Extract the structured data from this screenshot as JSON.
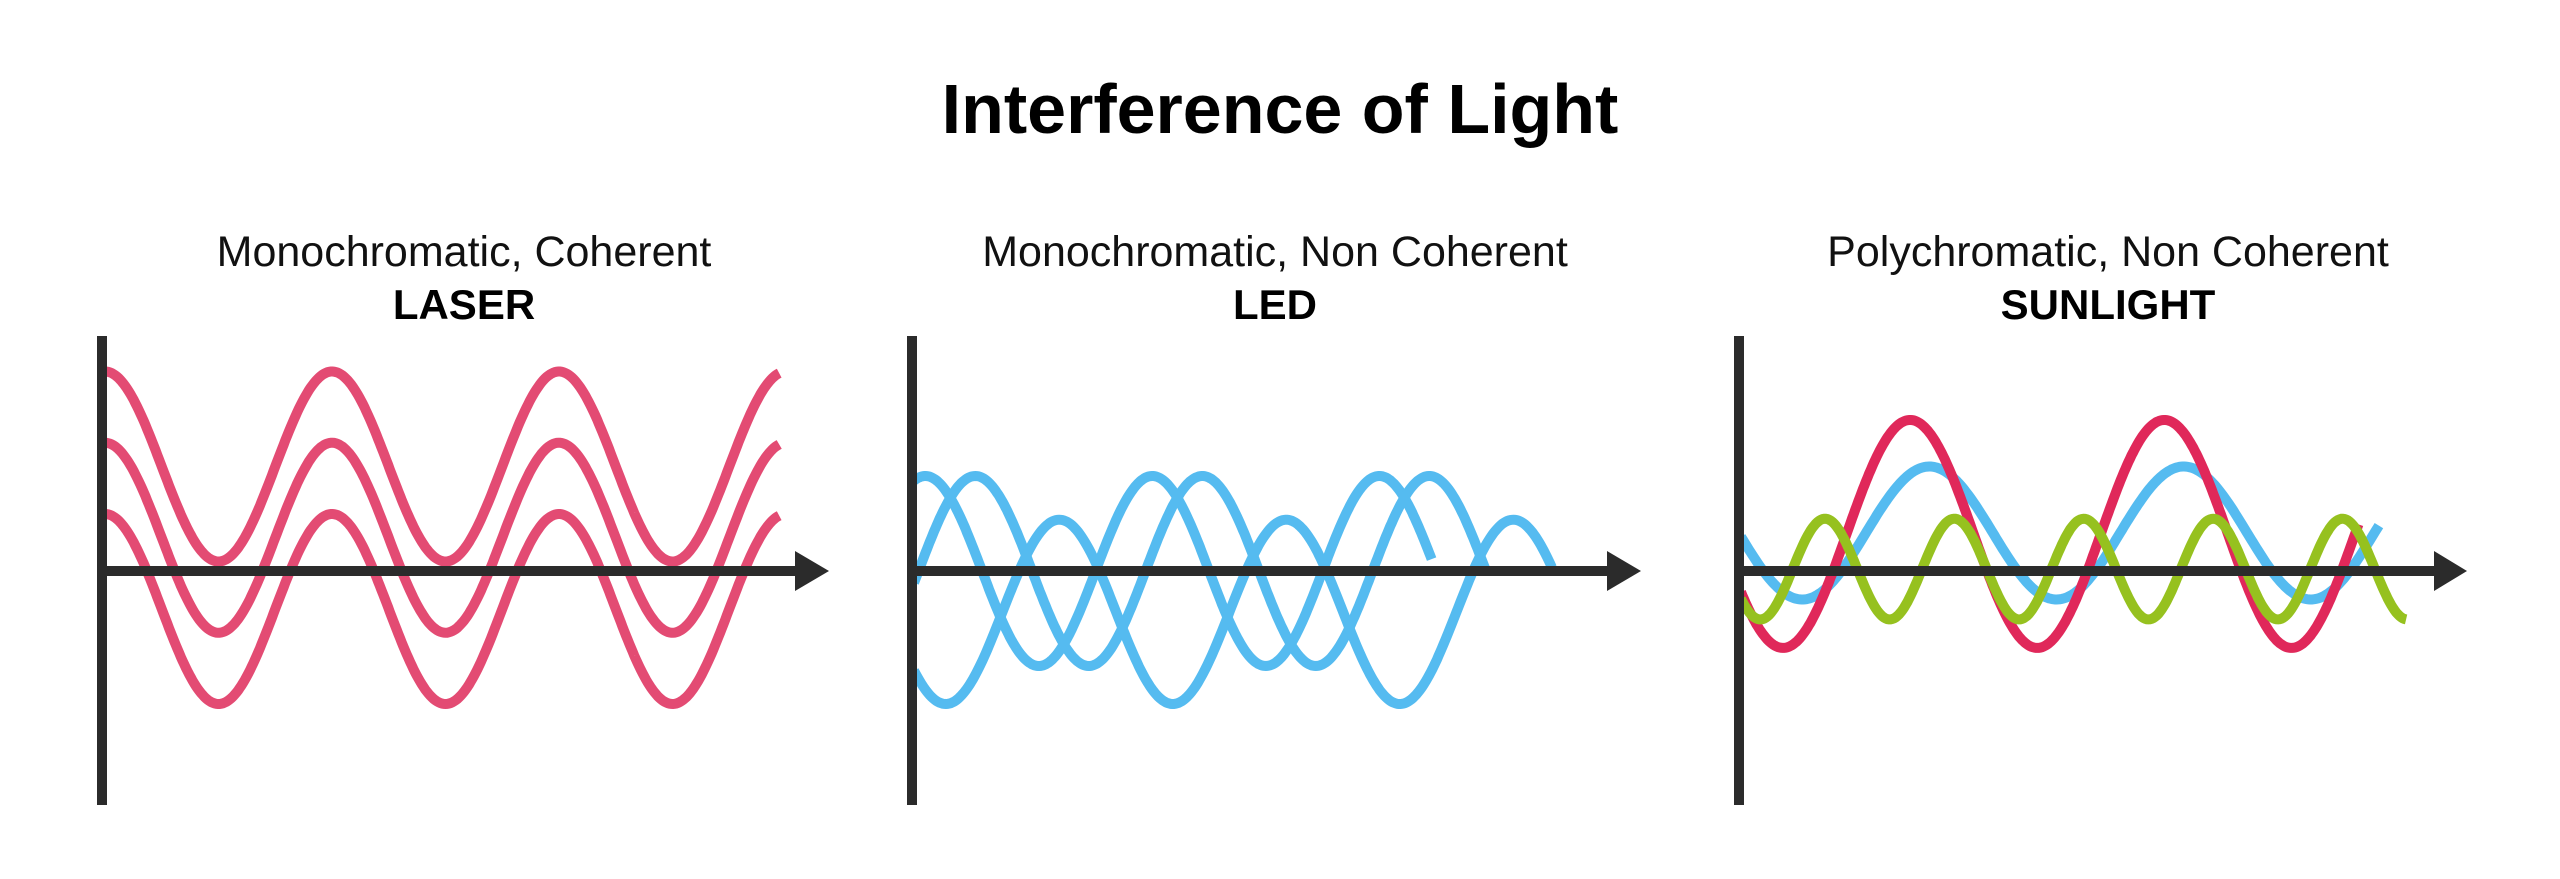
{
  "title": "Interference of Light",
  "colors": {
    "axis": "#2b2b2b",
    "laser": "#e34b73",
    "led": "#55bbf0",
    "red": "#e0285a",
    "blue": "#55bbf0",
    "green": "#96c11f"
  },
  "panels": [
    {
      "subtitle": "Monochromatic, Coherent",
      "name": "LASER",
      "waves": [
        {
          "color": "#e34b73",
          "amplitude": 1,
          "offset": 1.1,
          "wavelength": 1,
          "peak_at": 0,
          "end": 2.97
        },
        {
          "color": "#e34b73",
          "amplitude": 1,
          "offset": 0.35,
          "wavelength": 1,
          "peak_at": 0,
          "end": 2.97
        },
        {
          "color": "#e34b73",
          "amplitude": 1,
          "offset": -0.4,
          "wavelength": 1,
          "peak_at": 0,
          "end": 2.97
        }
      ]
    },
    {
      "subtitle": "Monochromatic, Non Coherent",
      "name": "LED",
      "waves": [
        {
          "color": "#55bbf0",
          "amplitude": 1,
          "offset": 0,
          "wavelength": 1,
          "peak_at": 0.05,
          "end": 2.28
        },
        {
          "color": "#55bbf0",
          "amplitude": 1,
          "offset": 0,
          "wavelength": 1,
          "peak_at": 0.27,
          "end": 2.52
        },
        {
          "color": "#55bbf0",
          "amplitude": 0.97,
          "offset": -0.43,
          "wavelength": 1,
          "peak_at": 0.64,
          "end": 2.81
        }
      ]
    },
    {
      "subtitle": "Polychromatic, Non Coherent",
      "name": "SUNLIGHT",
      "waves": [
        {
          "color": "#55bbf0",
          "amplitude": 0.7,
          "offset": 0.4,
          "wavelength": 1.12,
          "peak_at": 0.83,
          "end": 2.81
        },
        {
          "color": "#e0285a",
          "amplitude": 1.2,
          "offset": 0.39,
          "wavelength": 1.12,
          "peak_at": 0.745,
          "end": 2.72
        },
        {
          "color": "#96c11f",
          "amplitude": 0.53,
          "offset": 0.02,
          "wavelength": 0.57,
          "peak_at": 0.37,
          "end": 2.93
        }
      ]
    }
  ]
}
